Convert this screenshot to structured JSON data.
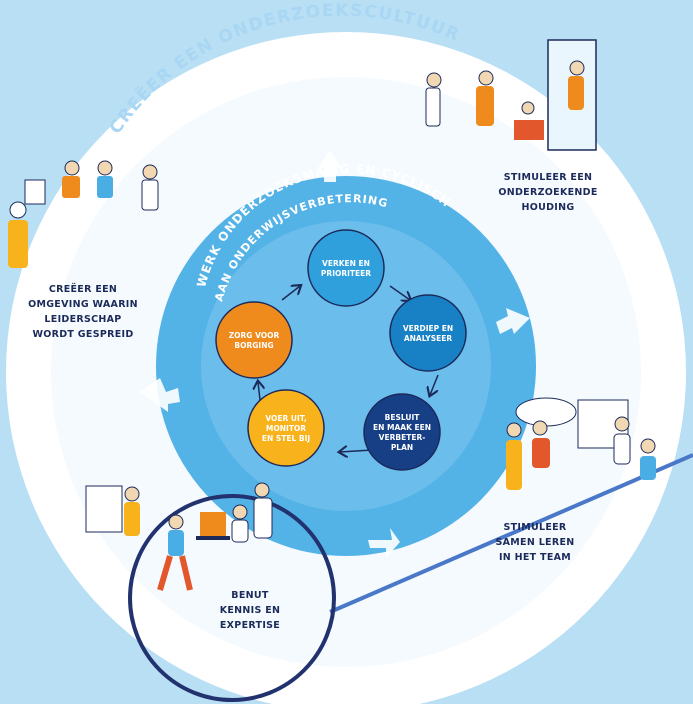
{
  "outer_ring_title": "CREËER EEN ONDERZOEKSCULTUUR",
  "inner_ring_title_line1": "WERK ONDERZOEKSMATIG EN CYCLISCH",
  "inner_ring_title_line2": "AAN ONDERWIJSVERBETERING",
  "cycle": [
    {
      "line1": "VERKEN EN",
      "line2": "PRIORITEER",
      "line3": "",
      "line4": "",
      "color": "#2fa0dc"
    },
    {
      "line1": "VERDIEP EN",
      "line2": "ANALYSEER",
      "line3": "",
      "line4": "",
      "color": "#1880c4"
    },
    {
      "line1": "BESLUIT",
      "line2": "EN MAAK EEN",
      "line3": "VERBETER-",
      "line4": "PLAN",
      "color": "#163f86"
    },
    {
      "line1": "VOER UIT,",
      "line2": "MONITOR",
      "line3": "EN STEL BIJ",
      "line4": "",
      "color": "#f7b21c"
    },
    {
      "line1": "ZORG VOOR",
      "line2": "BORGING",
      "line3": "",
      "line4": "",
      "color": "#ef8a1c"
    }
  ],
  "labels": {
    "top_right": {
      "line1": "STIMULEER EEN",
      "line2": "ONDERZOEKENDE",
      "line3": "HOUDING"
    },
    "left": {
      "line1": "CREËER EEN",
      "line2": "OMGEVING WAARIN",
      "line3": "LEIDERSCHAP",
      "line4": "WORDT GESPREID"
    },
    "bottom_right": {
      "line1": "STIMULEER",
      "line2": "SAMEN LEREN",
      "line3": "IN HET TEAM"
    },
    "bottom_left": {
      "line1": "BENUT",
      "line2": "KENNIS EN",
      "line3": "EXPERTISE"
    }
  },
  "colors": {
    "background": "#b9dff5",
    "outer_ring": "#ffffff",
    "inner_circle": "#4aaee5",
    "highlight_circle": "#22326e",
    "pointer_line": "#4a78c8",
    "label_text": "#1c2a5a"
  }
}
